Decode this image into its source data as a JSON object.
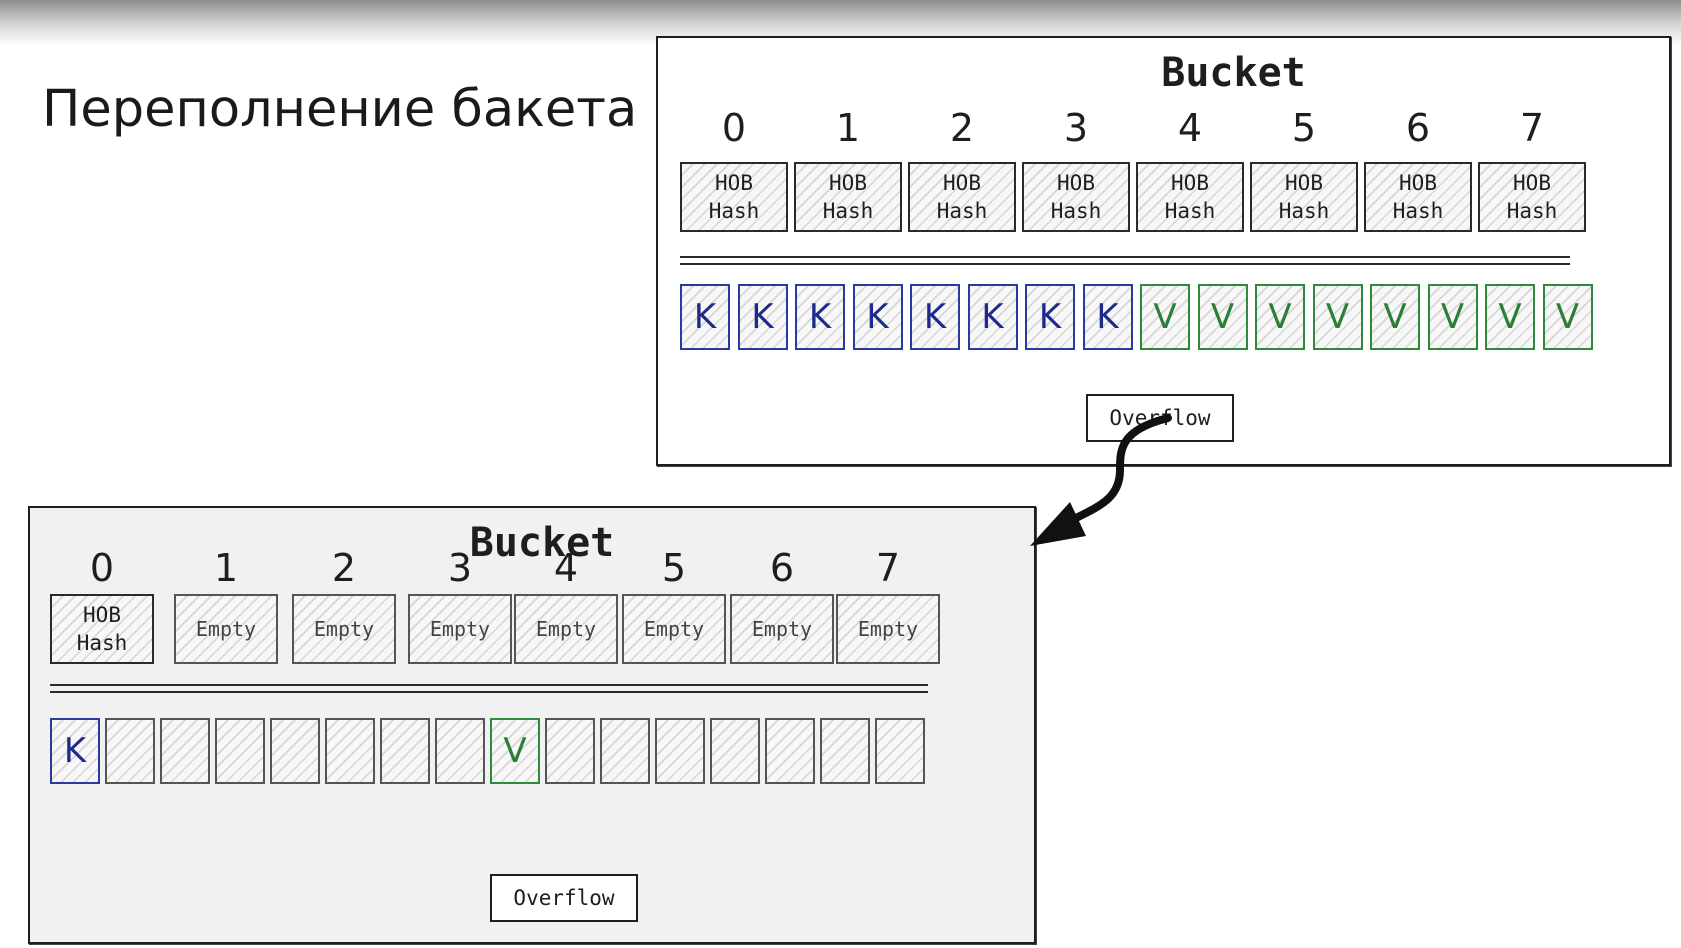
{
  "page": {
    "title": "Переполнение бакета"
  },
  "buckets": [
    {
      "title": "Bucket",
      "indices": [
        "0",
        "1",
        "2",
        "3",
        "4",
        "5",
        "6",
        "7"
      ],
      "tophash": [
        "HOB Hash",
        "HOB Hash",
        "HOB Hash",
        "HOB Hash",
        "HOB Hash",
        "HOB Hash",
        "HOB Hash",
        "HOB Hash"
      ],
      "cells": [
        "K",
        "K",
        "K",
        "K",
        "K",
        "K",
        "K",
        "K",
        "V",
        "V",
        "V",
        "V",
        "V",
        "V",
        "V",
        "V"
      ],
      "overflow_label": "Overflow"
    },
    {
      "title": "Bucket",
      "indices": [
        "0",
        "1",
        "2",
        "3",
        "4",
        "5",
        "6",
        "7"
      ],
      "tophash": [
        "HOB Hash",
        "Empty",
        "Empty",
        "Empty",
        "Empty",
        "Empty",
        "Empty",
        "Empty"
      ],
      "cells": [
        "K",
        "",
        "",
        "",
        "",
        "",
        "",
        "",
        "V",
        "",
        "",
        "",
        "",
        "",
        "",
        ""
      ],
      "overflow_label": "Overflow"
    }
  ],
  "colors": {
    "key": "#1d2a8c",
    "value": "#2a7e36",
    "ink": "#1e1e1e"
  }
}
